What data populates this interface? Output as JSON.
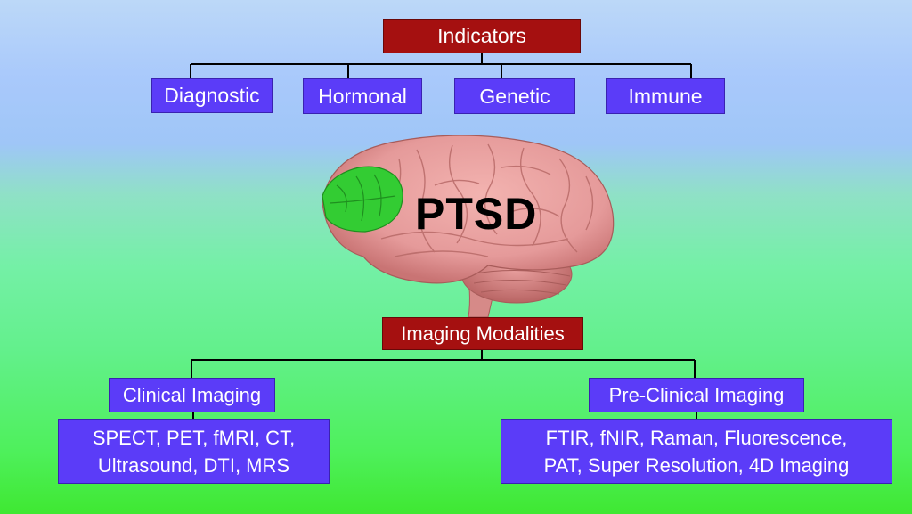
{
  "top": {
    "title": "Indicators",
    "items": [
      "Diagnostic",
      "Hormonal",
      "Genetic",
      "Immune"
    ]
  },
  "center": {
    "label": "PTSD",
    "image": "brain-illustration"
  },
  "bottom": {
    "title": "Imaging Modalities",
    "clinical": {
      "title": "Clinical Imaging",
      "lines": [
        "SPECT, PET, fMRI, CT,",
        "Ultrasound, DTI, MRS"
      ]
    },
    "preclinical": {
      "title": "Pre-Clinical Imaging",
      "lines": [
        "FTIR, fNIR, Raman, Fluorescence,",
        "PAT, Super Resolution, 4D Imaging"
      ]
    }
  },
  "colors": {
    "title_box": "#a51010",
    "item_box": "#5b3cf8",
    "brain": "#e59a9a",
    "highlight": "#33cc33"
  }
}
